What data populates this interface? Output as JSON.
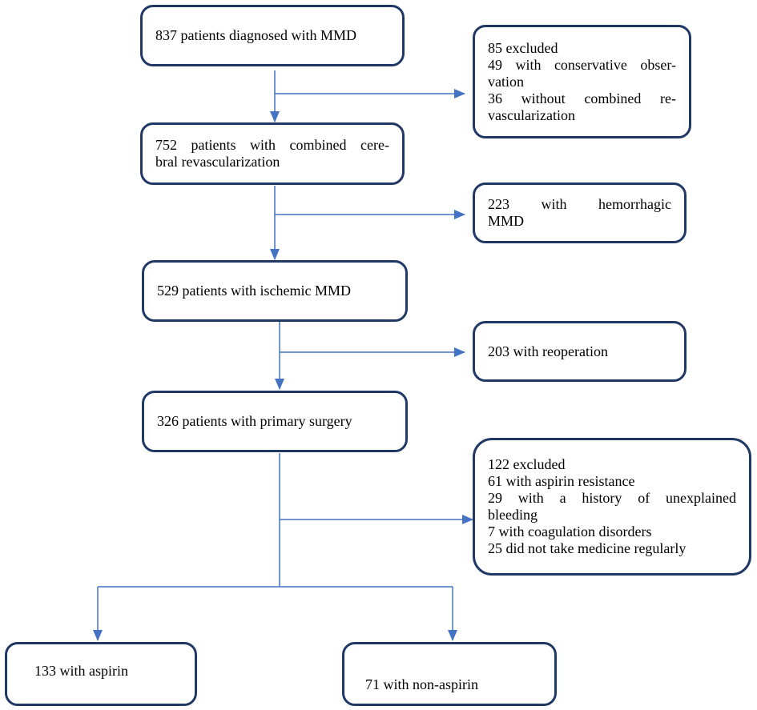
{
  "flow": {
    "main": [
      {
        "lines": [
          "837 patients diagnosed with MMD"
        ]
      },
      {
        "lines": [
          "752 patients with combined cere-",
          "bral revascularization"
        ]
      },
      {
        "lines": [
          "529 patients with ischemic MMD"
        ]
      },
      {
        "lines": [
          "326 patients with primary surgery"
        ]
      }
    ],
    "exclusions": [
      {
        "lines": [
          "85 excluded",
          "49 with conservative obser-",
          "vation",
          "36 without combined re-",
          "vascularization"
        ]
      },
      {
        "lines": [
          "223 with hemorrhagic",
          "MMD"
        ]
      },
      {
        "lines": [
          "203 with reoperation"
        ]
      },
      {
        "lines": [
          "122 excluded",
          "61 with aspirin resistance",
          "29 with a history of unexplained",
          "bleeding",
          "7 with coagulation disorders",
          "25 did not take medicine regularly"
        ]
      }
    ],
    "groups": [
      {
        "lines": [
          "133 with aspirin"
        ]
      },
      {
        "lines": [
          "71 with non-aspirin"
        ]
      }
    ]
  },
  "colors": {
    "box_border": "#1f3864",
    "arrow": "#4472c4",
    "text": "#000000"
  }
}
